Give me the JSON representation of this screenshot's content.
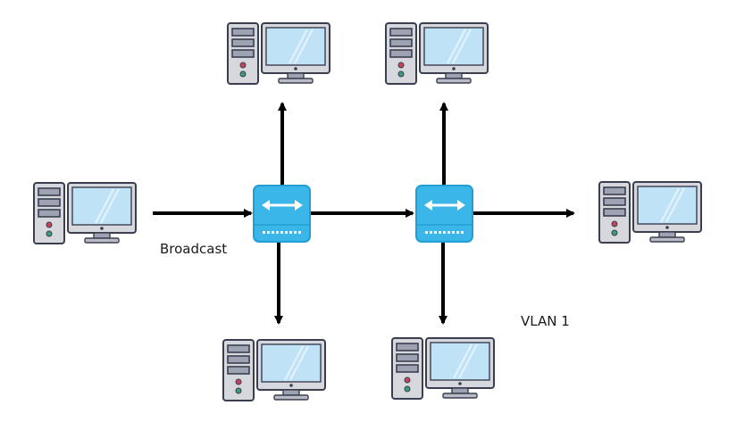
{
  "diagram": {
    "title": "",
    "labels": {
      "broadcast": "Broadcast",
      "vlan": "VLAN 1"
    },
    "nodes": [
      {
        "id": "pc-left",
        "type": "computer"
      },
      {
        "id": "pc-top-1",
        "type": "computer"
      },
      {
        "id": "pc-top-2",
        "type": "computer"
      },
      {
        "id": "pc-right",
        "type": "computer"
      },
      {
        "id": "pc-bottom-1",
        "type": "computer"
      },
      {
        "id": "pc-bottom-2",
        "type": "computer"
      },
      {
        "id": "switch-1",
        "type": "switch"
      },
      {
        "id": "switch-2",
        "type": "switch"
      }
    ],
    "edges": [
      {
        "from": "pc-left",
        "to": "switch-1",
        "directed": true
      },
      {
        "from": "switch-1",
        "to": "switch-2",
        "directed": true
      },
      {
        "from": "switch-1",
        "to": "pc-top-1",
        "directed": true
      },
      {
        "from": "switch-1",
        "to": "pc-bottom-1",
        "directed": true
      },
      {
        "from": "switch-2",
        "to": "pc-top-2",
        "directed": true
      },
      {
        "from": "switch-2",
        "to": "pc-bottom-2",
        "directed": true
      },
      {
        "from": "switch-2",
        "to": "pc-right",
        "directed": true
      }
    ],
    "colors": {
      "switch_fill": "#3bb6e8",
      "switch_border": "#1f9fd4",
      "arrow": "#000000",
      "screen": "#bfe2f7",
      "case": "#d6d8de",
      "outline": "#3a3f4f",
      "led_red": "#c8435a",
      "led_green": "#3d9a7a"
    }
  }
}
